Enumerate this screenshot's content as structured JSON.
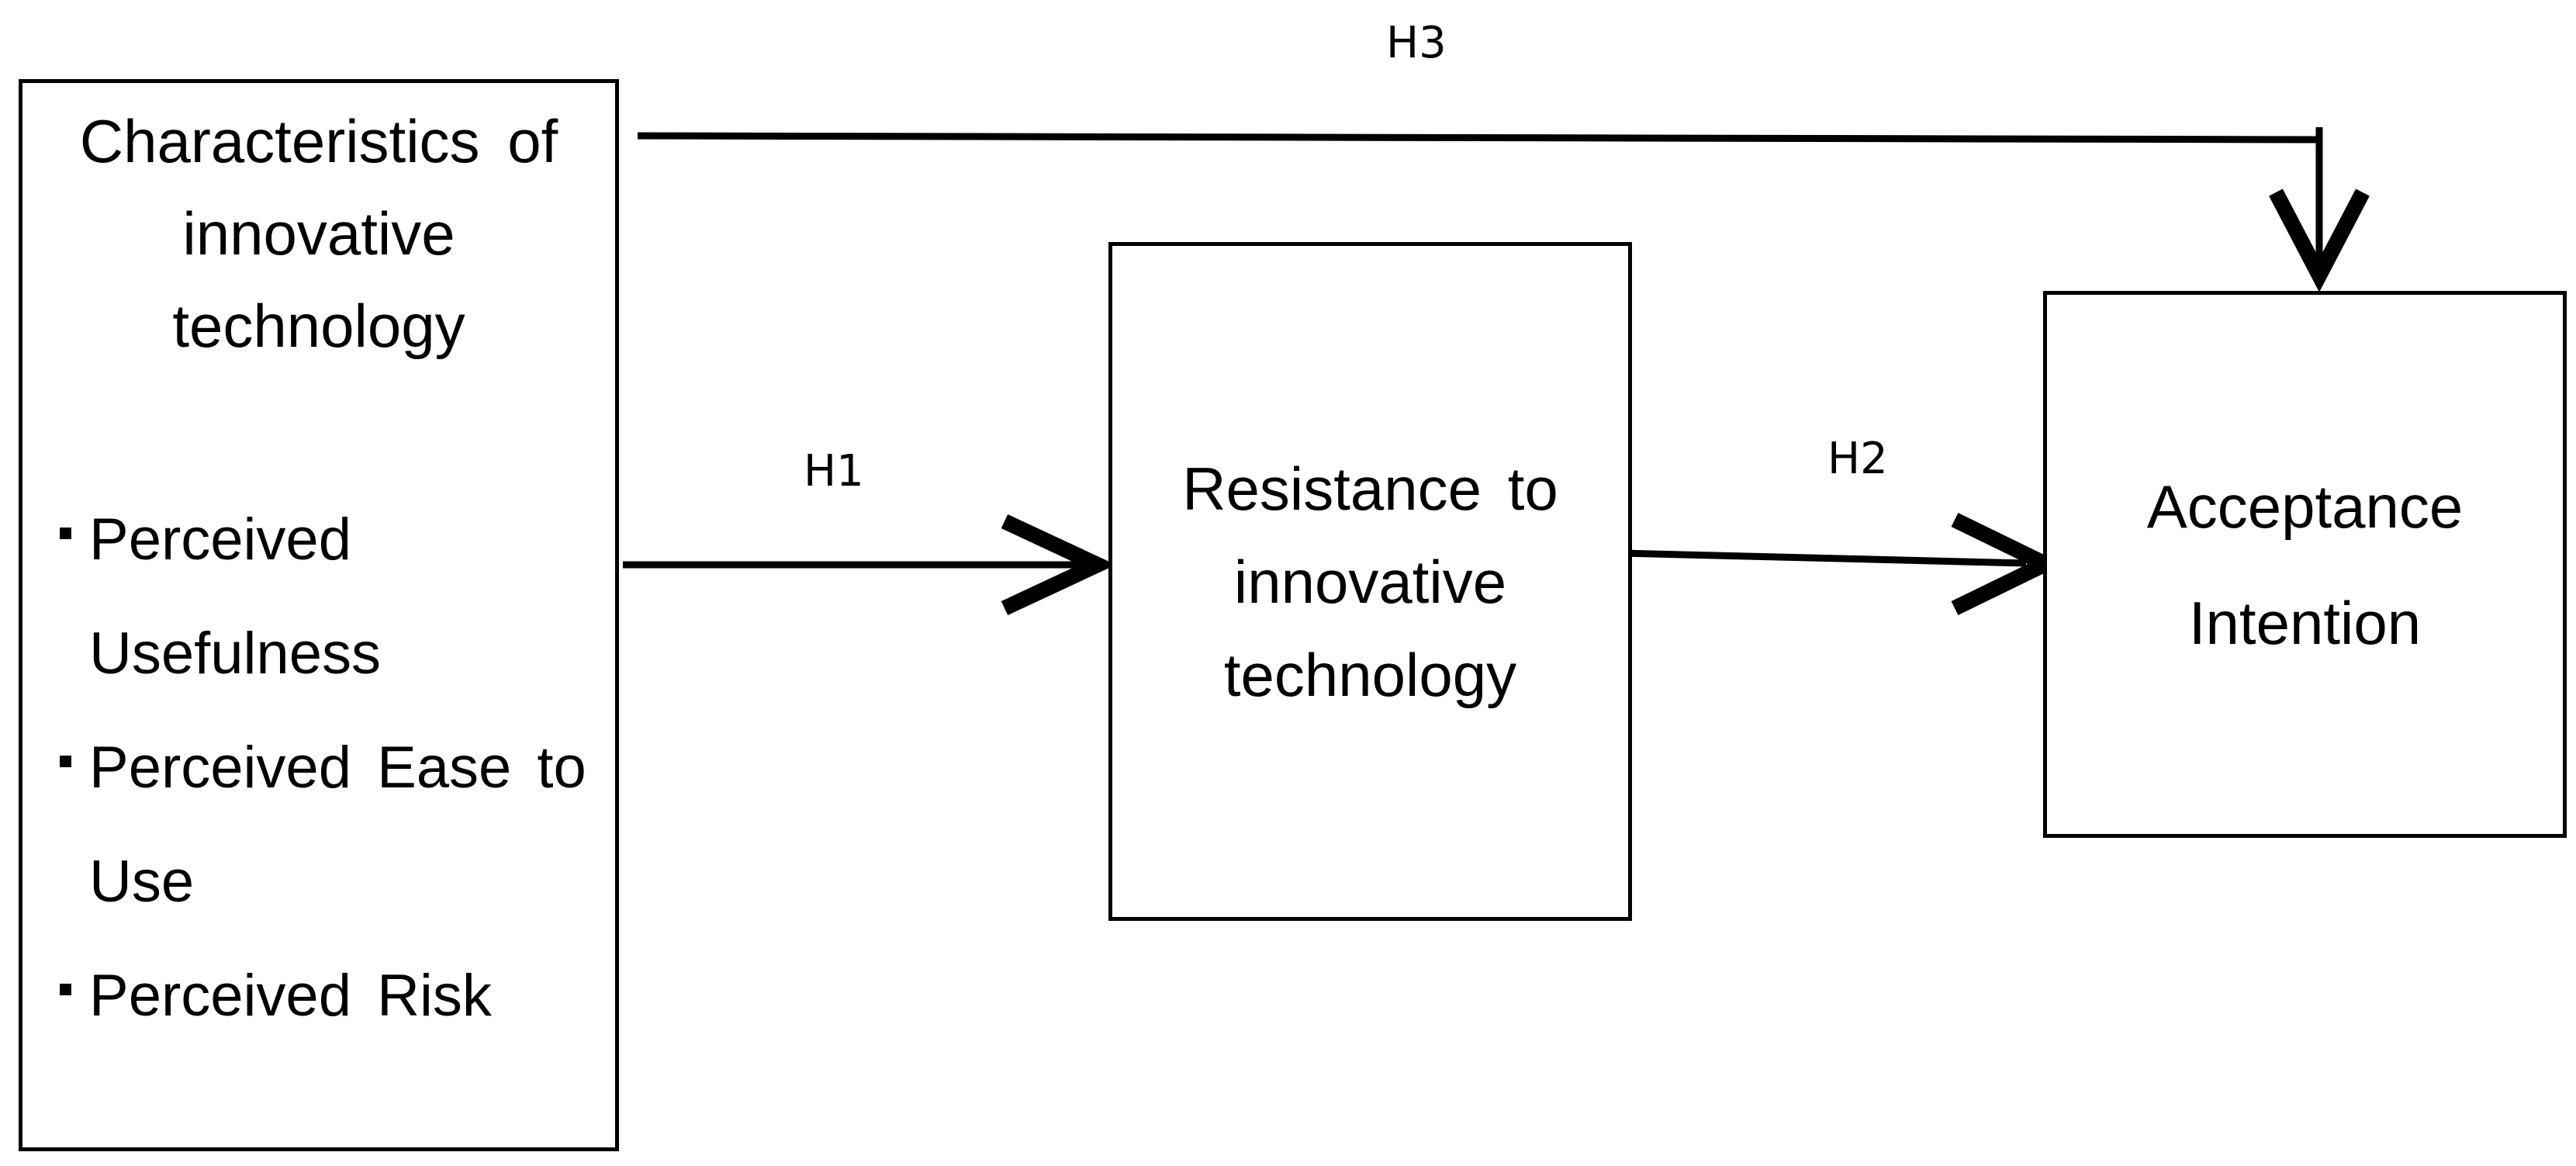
{
  "characteristics": {
    "title": "Characteristics of innovative technology",
    "items": [
      {
        "label": "Perceived Usefulness"
      },
      {
        "label": "Perceived Ease to Use"
      },
      {
        "label": "Perceived Risk"
      }
    ]
  },
  "resistance": {
    "title": "Resistance to innovative technology"
  },
  "acceptance": {
    "title": "Acceptance Intention"
  },
  "hypotheses": {
    "h1": "H1",
    "h2": "H2",
    "h3": "H3"
  },
  "colors": {
    "stroke": "#000000",
    "background": "#ffffff"
  }
}
